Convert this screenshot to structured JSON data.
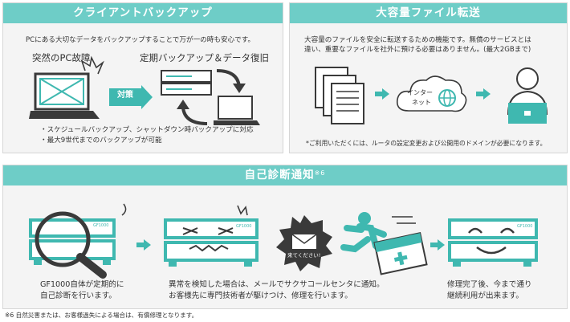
{
  "backup": {
    "title": "クライアントバックアップ",
    "description": "PCにある大切なデータをバックアップすることで万が一の時も安心です。",
    "failure_label": "突然のPC故障",
    "restore_label": "定期バックアップ＆データ復旧",
    "measure_label": "対策",
    "bullets": [
      "・スケジュールバックアップ、シャットダウン時バックアップに対応",
      "・最大9世代までのバックアップが可能"
    ]
  },
  "transfer": {
    "title": "大容量ファイル転送",
    "desc_line1": "大容量のファイルを安全に転送するための機能です。無償のサービスとは",
    "desc_line2": "違い、重要なファイルを社外に預ける必要はありません。(最大2GBまで)",
    "internet_line1": "インター",
    "internet_line2": "ネット",
    "note": "*ご利用いただくには、ルータの設定変更および公開用のドメインが必要になります。"
  },
  "diagnosis": {
    "title": "自己診断通知",
    "title_mark": "※6",
    "device_brand": "GF1000",
    "mail_label": "来てください!",
    "step1_line1": "GF1000自体が定期的に",
    "step1_line2": "自己診断を行います。",
    "step2_line1": "異常を検知した場合は、メールでサクサコールセンタに通知。",
    "step2_line2": "お客様先に専門技術者が駆けつけ、修理を行います。",
    "step3_line1": "修理完了後、今まで通り",
    "step3_line2": "継続利用が出来ます。"
  },
  "footnote": "※6 自然災害または、お客様過失による場合は、有償修理となります。",
  "colors": {
    "teal": "#3fb8b0",
    "header": "#6ecdc7",
    "panel_bg": "#f4f4f4",
    "dark": "#3a3a3a"
  }
}
